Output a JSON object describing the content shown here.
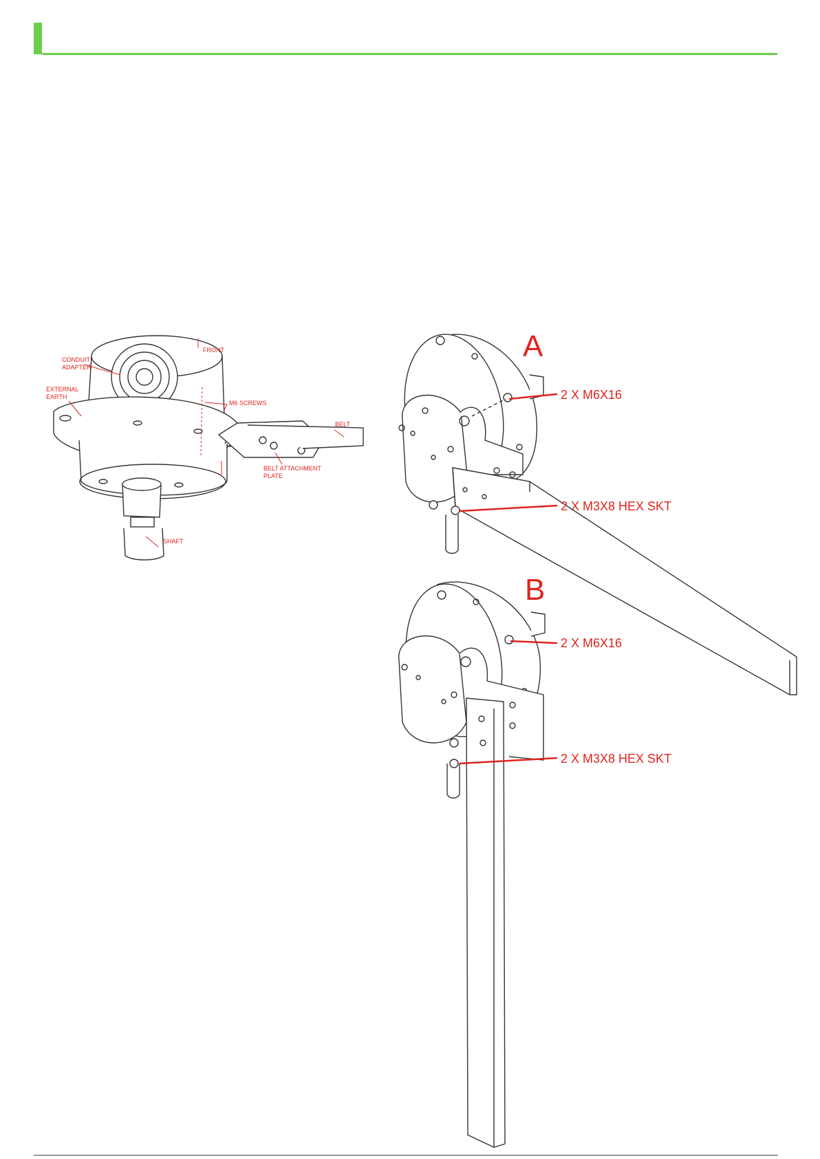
{
  "header": {
    "accent_color": "#6ccf4a"
  },
  "figure_left": {
    "labels": {
      "front": "FRONT",
      "conduit_adapter_line1": "CONDUIT",
      "conduit_adapter_line2": "ADAPTER",
      "external_earth_line1": "EXTERNAL",
      "external_earth_line2": "EARTH",
      "m6_screws": "M6 SCREWS",
      "belt": "BELT",
      "belt_plate_line1": "BELT ATTACHMENT",
      "belt_plate_line2": "PLATE",
      "shaft": "SHAFT"
    }
  },
  "figure_a": {
    "letter": "A",
    "callout_top": "2 X M6X16",
    "callout_bottom": "2 X M3X8 HEX SKT"
  },
  "figure_b": {
    "letter": "B",
    "callout_top": "2 X M6X16",
    "callout_bottom": "2 X M3X8 HEX SKT"
  },
  "colors": {
    "callout_red": "#e0231d",
    "line_gray": "#333333"
  }
}
